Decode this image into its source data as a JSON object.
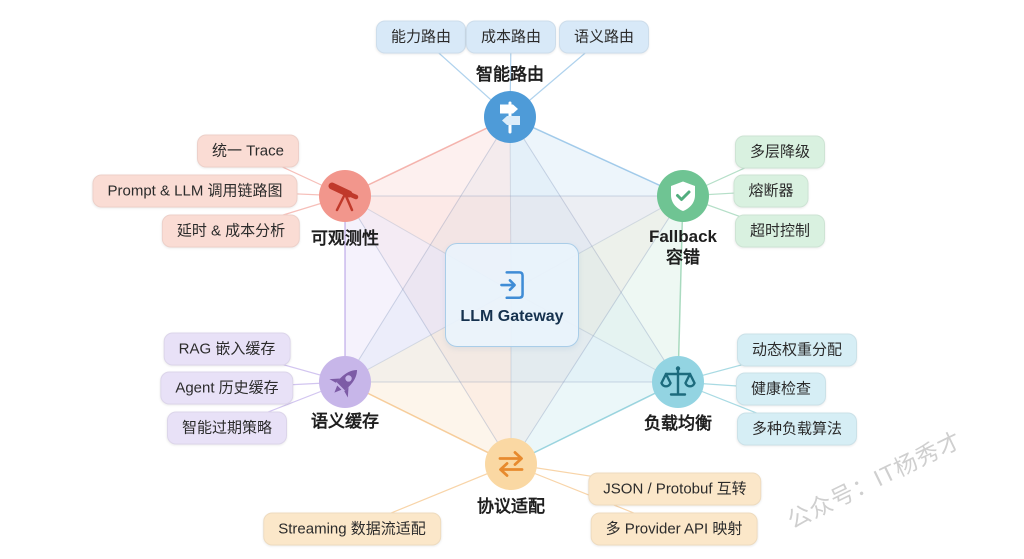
{
  "center": {
    "title": "LLM Gateway",
    "icon": "gateway-door-icon",
    "bg_color": "#E9F3FC",
    "border_color": "#A9CDE8"
  },
  "watermark": "公众号：IT杨秀才",
  "nodes": [
    {
      "id": "smart-routing",
      "label": "智能路由",
      "icon": "signpost-icon",
      "color": "#4E9BD8",
      "tag_bg": "#D8E9F8",
      "tags": [
        "能力路由",
        "成本路由",
        "语义路由"
      ]
    },
    {
      "id": "observability",
      "label": "可观测性",
      "icon": "telescope-icon",
      "color": "#EC7063",
      "tag_bg": "#FADCD4",
      "tags": [
        "统一 Trace",
        "Prompt & LLM 调用链路图",
        "延时 & 成本分析"
      ]
    },
    {
      "id": "fallback",
      "label": "Fallback 容错",
      "icon": "shield-check-icon",
      "color": "#5CB985",
      "tag_bg": "#D9F1E0",
      "tags": [
        "多层降级",
        "熔断器",
        "超时控制"
      ]
    },
    {
      "id": "semantic-cache",
      "label": "语义缓存",
      "icon": "rocket-icon",
      "color": "#9B7EDE",
      "tag_bg": "#E8E1F7",
      "tags": [
        "RAG 嵌入缓存",
        "Agent 历史缓存",
        "智能过期策略"
      ]
    },
    {
      "id": "load-balancing",
      "label": "负载均衡",
      "icon": "balance-scale-icon",
      "color": "#3FAEC2",
      "tag_bg": "#D6EEF5",
      "tags": [
        "动态权重分配",
        "健康检查",
        "多种负载算法"
      ]
    },
    {
      "id": "protocol-adaptation",
      "label": "协议适配",
      "icon": "swap-arrows-icon",
      "color": "#EFA03F",
      "tag_bg": "#FBE7C9",
      "tags": [
        "JSON / Protobuf 互转",
        "多 Provider API 映射",
        "Streaming 数据流适配"
      ]
    }
  ]
}
